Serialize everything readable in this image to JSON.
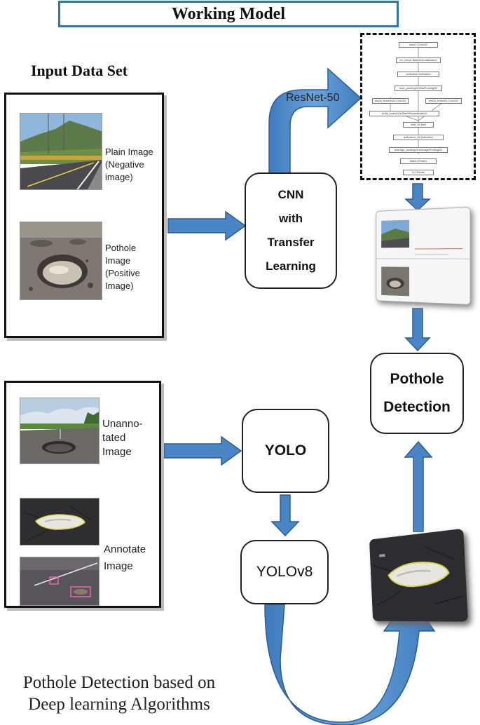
{
  "title": "Working Model",
  "input_heading": "Input Data Set",
  "panel1": {
    "plain_label": [
      "Plain Image",
      "(Negative",
      "image)"
    ],
    "pothole_label": [
      "Pothole",
      "Image",
      "(Positive",
      "Image)"
    ]
  },
  "panel2": {
    "unannotated_label": [
      "Unanno-",
      "tated",
      "Image"
    ],
    "annotate_label": [
      "Annotate",
      "Image"
    ]
  },
  "cnn_box": [
    "CNN",
    "with",
    "Transfer",
    "Learning"
  ],
  "resnet_label": "ResNet-50",
  "yolo_box": "YOLO",
  "yolov8_box": "YOLOv8",
  "pothole_detection_box": [
    "Pothole",
    "Detection"
  ],
  "footer": [
    "Pothole Detection based on",
    "Deep learning Algorithms"
  ],
  "network_nodes": [
    [
      "conv1",
      "Conv2D"
    ],
    [
      "bn_conv1",
      "BatchNormalization"
    ],
    [
      "activation",
      "Activation"
    ],
    [
      "max_pooling2d",
      "MaxPooling2D"
    ],
    [
      "res2a_branch2a",
      "Conv2D",
      "res2a_branch1",
      "Conv2D"
    ],
    [
      "bn2a_branch2a",
      "BatchNormalization"
    ],
    [
      "add_16",
      "Add"
    ],
    [
      "activation_48",
      "Activation"
    ],
    [
      "average_pooling2d",
      "AveragePooling2D"
    ],
    [
      "flatten",
      "Flatten"
    ],
    [
      "fc1",
      "Dense"
    ]
  ],
  "colors": {
    "arrow_fill": "#4a86c5",
    "arrow_stroke": "#2a5d94",
    "title_border": "#2e75b6"
  }
}
